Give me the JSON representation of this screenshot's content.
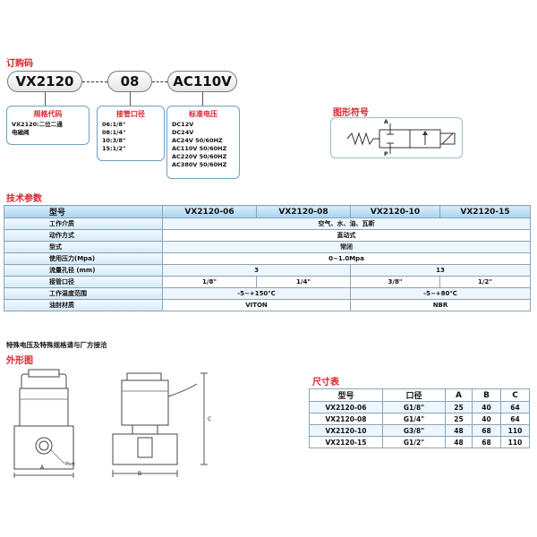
{
  "order": {
    "title": "订购码",
    "code": "VX2120",
    "size": "08",
    "voltage": "AC110V",
    "model_box": {
      "title": "规格代码",
      "lines": [
        "VX2120:二位二通",
        "电磁阀"
      ]
    },
    "port_box": {
      "title": "接管口径",
      "lines": [
        "06:1/8\"",
        "08:1/4\"",
        "10:3/8\"",
        "15:1/2\""
      ]
    },
    "voltage_box": {
      "title": "标准电压",
      "lines": [
        "DC12V",
        "DC24V",
        "AC24V  50/60HZ",
        "AC110V  50/60HZ",
        "AC220V  50/60HZ",
        "AC380V  50/60HZ"
      ]
    }
  },
  "symbol": {
    "title": "图形符号",
    "port_a": "A",
    "port_p": "P"
  },
  "tech": {
    "title": "技术参数",
    "header": [
      "型号",
      "VX2120-06",
      "VX2120-08",
      "VX2120-10",
      "VX2120-15"
    ],
    "rows": {
      "medium": {
        "label": "工作介质",
        "value": "空气、水、油、瓦斯"
      },
      "action": {
        "label": "动作方式",
        "value": "直动式"
      },
      "type": {
        "label": "型式",
        "value": "常闭"
      },
      "pressure": {
        "label": "使用压力(Mpa)",
        "value": "0~1.0Mpa"
      },
      "orifice": {
        "label": "流量孔径  (mm)",
        "value_a": "3",
        "value_b": "13"
      },
      "port": {
        "label": "接管口径",
        "values": [
          "1/8\"",
          "1/4\"",
          "3/8\"",
          "1/2\""
        ]
      },
      "temp": {
        "label": "工作温度范围",
        "value_a": "-5~+150℃",
        "value_b": "-5~+80℃"
      },
      "seal": {
        "label": "油封材质",
        "value_a": "VITON",
        "value_b": "NBR"
      }
    }
  },
  "note": "特殊电压及特殊规格请与厂方接洽",
  "outline": {
    "title": "外形图",
    "label_a": "A",
    "label_b": "B",
    "label_c": "C",
    "label_port": "Port"
  },
  "size": {
    "title": "尺寸表",
    "header": [
      "型号",
      "口径",
      "A",
      "B",
      "C"
    ],
    "rows": [
      [
        "VX2120-06",
        "G1/8\"",
        "25",
        "40",
        "64"
      ],
      [
        "VX2120-08",
        "G1/4\"",
        "25",
        "40",
        "64"
      ],
      [
        "VX2120-10",
        "G3/8\"",
        "48",
        "68",
        "110"
      ],
      [
        "VX2120-15",
        "G1/2\"",
        "48",
        "68",
        "110"
      ]
    ]
  }
}
